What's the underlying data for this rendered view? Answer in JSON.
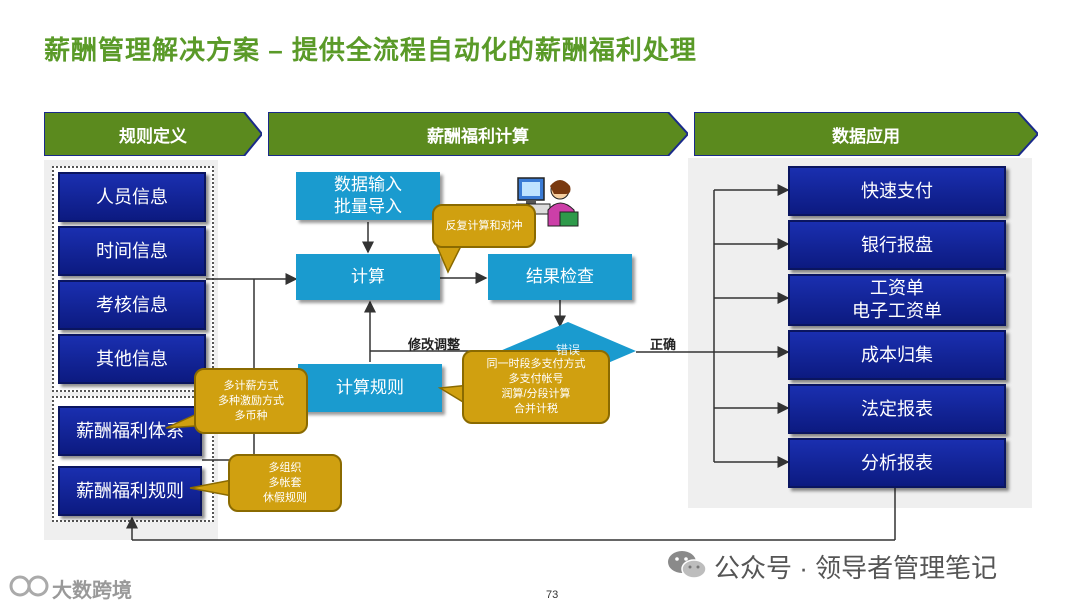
{
  "title": "薪酬管理解决方案 – 提供全流程自动化的薪酬福利处理",
  "phases": [
    "规则定义",
    "薪酬福利计算",
    "数据应用"
  ],
  "left_items": [
    "人员信息",
    "时间信息",
    "考核信息",
    "其他信息"
  ],
  "left_rules": [
    "薪酬福利体系",
    "薪酬福利规则"
  ],
  "calc": {
    "data_input": "数据输入\n批量导入",
    "compute": "计算",
    "result_check": "结果检查",
    "rules": "计算规则",
    "diamond": "错误",
    "modify": "修改调整",
    "correct": "正确"
  },
  "callouts": {
    "repeat": "反复计算和对冲",
    "pay": "同一时段多支付方式\n多支付帐号\n润算/分段计算\n合并计税",
    "salary": "多计薪方式\n多种激励方式\n多币种",
    "org": "多组织\n多帐套\n休假规则"
  },
  "outputs": [
    "快速支付",
    "银行报盘",
    "工资单\n电子工资单",
    "成本归集",
    "法定报表",
    "分析报表"
  ],
  "page_number": "73",
  "watermark_right": "公众号 · 领导者管理笔记",
  "watermark_left": "大数跨境",
  "colors": {
    "title_green": "#5a9a28",
    "phase_green": "#5b8a1e",
    "navy": "#0c1a80",
    "teal": "#1a9bcf",
    "gold": "#d0a010"
  }
}
